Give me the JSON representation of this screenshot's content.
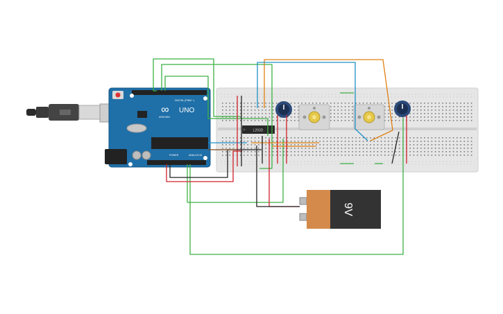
{
  "arduino": {
    "logo_text": "∞",
    "model": "UNO",
    "brand": "ARDUINO",
    "digital_label": "DIGITAL (PWM ~)",
    "power_label": "POWER",
    "analog_label": "ANALOG IN",
    "board_color": "#1f6fa8"
  },
  "ic": {
    "label": "L293D"
  },
  "battery": {
    "label": "9V",
    "body_color": "#333333",
    "cap_color": "#d48a4a"
  },
  "colors": {
    "wire_green": "#3cb043",
    "wire_red": "#d0202a",
    "wire_black": "#222222",
    "wire_orange": "#e08010",
    "wire_blue": "#2090c8",
    "breadboard": "#e6e6e6",
    "motor_shaft": "#e6c84a"
  }
}
